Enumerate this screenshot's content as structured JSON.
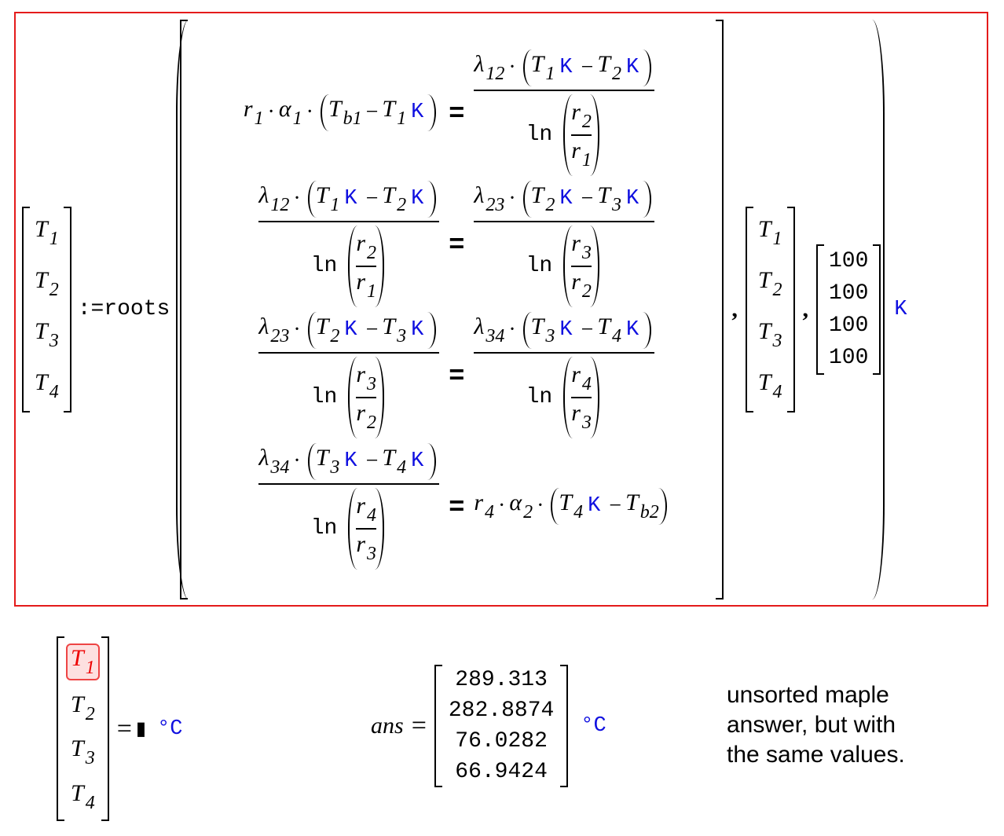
{
  "top": {
    "lhs_vector": [
      {
        "v": "T",
        "s": "1"
      },
      {
        "v": "T",
        "s": "2"
      },
      {
        "v": "T",
        "s": "3"
      },
      {
        "v": "T",
        "s": "4"
      }
    ],
    "assign_op": ":=",
    "function": "roots",
    "equations": [
      {
        "lhs": [
          {
            "v": "r",
            "s": "1"
          },
          {
            "o": "·"
          },
          {
            "v": "α",
            "s": "1"
          },
          {
            "o": "·"
          },
          {
            "paren": [
              {
                "v": "T",
                "s": "b1"
              },
              {
                "o": "−"
              },
              {
                "v": "T",
                "s": "1"
              },
              {
                "u": "K"
              }
            ]
          }
        ],
        "rhs": [
          {
            "frac": {
              "num": [
                {
                  "v": "λ",
                  "s": "12"
                },
                {
                  "o": "·"
                },
                {
                  "paren": [
                    {
                      "v": "T",
                      "s": "1"
                    },
                    {
                      "u": "K"
                    },
                    {
                      "o": "−"
                    },
                    {
                      "v": "T",
                      "s": "2"
                    },
                    {
                      "u": "K"
                    }
                  ]
                }
              ],
              "den": [
                {
                  "fn": "ln"
                },
                {
                  "tparen": [
                    {
                      "sfrac": {
                        "num": [
                          {
                            "v": "r",
                            "s": "2"
                          }
                        ],
                        "den": [
                          {
                            "v": "r",
                            "s": "1"
                          }
                        ]
                      }
                    }
                  ]
                }
              ]
            }
          }
        ]
      },
      {
        "lhs": [
          {
            "frac": {
              "num": [
                {
                  "v": "λ",
                  "s": "12"
                },
                {
                  "o": "·"
                },
                {
                  "paren": [
                    {
                      "v": "T",
                      "s": "1"
                    },
                    {
                      "u": "K"
                    },
                    {
                      "o": "−"
                    },
                    {
                      "v": "T",
                      "s": "2"
                    },
                    {
                      "u": "K"
                    }
                  ]
                }
              ],
              "den": [
                {
                  "fn": "ln"
                },
                {
                  "tparen": [
                    {
                      "sfrac": {
                        "num": [
                          {
                            "v": "r",
                            "s": "2"
                          }
                        ],
                        "den": [
                          {
                            "v": "r",
                            "s": "1"
                          }
                        ]
                      }
                    }
                  ]
                }
              ]
            }
          }
        ],
        "rhs": [
          {
            "frac": {
              "num": [
                {
                  "v": "λ",
                  "s": "23"
                },
                {
                  "o": "·"
                },
                {
                  "paren": [
                    {
                      "v": "T",
                      "s": "2"
                    },
                    {
                      "u": "K"
                    },
                    {
                      "o": "−"
                    },
                    {
                      "v": "T",
                      "s": "3"
                    },
                    {
                      "u": "K"
                    }
                  ]
                }
              ],
              "den": [
                {
                  "fn": "ln"
                },
                {
                  "tparen": [
                    {
                      "sfrac": {
                        "num": [
                          {
                            "v": "r",
                            "s": "3"
                          }
                        ],
                        "den": [
                          {
                            "v": "r",
                            "s": "2"
                          }
                        ]
                      }
                    }
                  ]
                }
              ]
            }
          }
        ]
      },
      {
        "lhs": [
          {
            "frac": {
              "num": [
                {
                  "v": "λ",
                  "s": "23"
                },
                {
                  "o": "·"
                },
                {
                  "paren": [
                    {
                      "v": "T",
                      "s": "2"
                    },
                    {
                      "u": "K"
                    },
                    {
                      "o": "−"
                    },
                    {
                      "v": "T",
                      "s": "3"
                    },
                    {
                      "u": "K"
                    }
                  ]
                }
              ],
              "den": [
                {
                  "fn": "ln"
                },
                {
                  "tparen": [
                    {
                      "sfrac": {
                        "num": [
                          {
                            "v": "r",
                            "s": "3"
                          }
                        ],
                        "den": [
                          {
                            "v": "r",
                            "s": "2"
                          }
                        ]
                      }
                    }
                  ]
                }
              ]
            }
          }
        ],
        "rhs": [
          {
            "frac": {
              "num": [
                {
                  "v": "λ",
                  "s": "34"
                },
                {
                  "o": "·"
                },
                {
                  "paren": [
                    {
                      "v": "T",
                      "s": "3"
                    },
                    {
                      "u": "K"
                    },
                    {
                      "o": "−"
                    },
                    {
                      "v": "T",
                      "s": "4"
                    },
                    {
                      "u": "K"
                    }
                  ]
                }
              ],
              "den": [
                {
                  "fn": "ln"
                },
                {
                  "tparen": [
                    {
                      "sfrac": {
                        "num": [
                          {
                            "v": "r",
                            "s": "4"
                          }
                        ],
                        "den": [
                          {
                            "v": "r",
                            "s": "3"
                          }
                        ]
                      }
                    }
                  ]
                }
              ]
            }
          }
        ]
      },
      {
        "lhs": [
          {
            "frac": {
              "num": [
                {
                  "v": "λ",
                  "s": "34"
                },
                {
                  "o": "·"
                },
                {
                  "paren": [
                    {
                      "v": "T",
                      "s": "3"
                    },
                    {
                      "u": "K"
                    },
                    {
                      "o": "−"
                    },
                    {
                      "v": "T",
                      "s": "4"
                    },
                    {
                      "u": "K"
                    }
                  ]
                }
              ],
              "den": [
                {
                  "fn": "ln"
                },
                {
                  "tparen": [
                    {
                      "sfrac": {
                        "num": [
                          {
                            "v": "r",
                            "s": "4"
                          }
                        ],
                        "den": [
                          {
                            "v": "r",
                            "s": "3"
                          }
                        ]
                      }
                    }
                  ]
                }
              ]
            }
          }
        ],
        "rhs": [
          {
            "v": "r",
            "s": "4"
          },
          {
            "o": "·"
          },
          {
            "v": "α",
            "s": "2"
          },
          {
            "o": "·"
          },
          {
            "paren": [
              {
                "v": "T",
                "s": "4"
              },
              {
                "u": "K"
              },
              {
                "o": "−"
              },
              {
                "v": "T",
                "s": "b2"
              }
            ]
          }
        ]
      }
    ],
    "equals_sign": "=",
    "separator": ",",
    "unknowns_vector": [
      {
        "v": "T",
        "s": "1"
      },
      {
        "v": "T",
        "s": "2"
      },
      {
        "v": "T",
        "s": "3"
      },
      {
        "v": "T",
        "s": "4"
      }
    ],
    "guess_vector": [
      "100",
      "100",
      "100",
      "100"
    ],
    "result_unit": "K"
  },
  "bottom": {
    "eval_vector": [
      {
        "v": "T",
        "s": "1"
      },
      {
        "v": "T",
        "s": "2"
      },
      {
        "v": "T",
        "s": "3"
      },
      {
        "v": "T",
        "s": "4"
      }
    ],
    "equals": "=",
    "placeholder": "▮",
    "unit": "°C",
    "ans_label": "ans",
    "ans_values": [
      "289.313",
      "282.8874",
      "76.0282",
      "66.9424"
    ],
    "ans_unit": "°C",
    "note_lines": [
      "unsorted maple",
      "answer, but with",
      "the same values."
    ]
  },
  "colors": {
    "frame": "#e41b1b",
    "unit": "#1010e0",
    "highlight": "#e00000"
  }
}
